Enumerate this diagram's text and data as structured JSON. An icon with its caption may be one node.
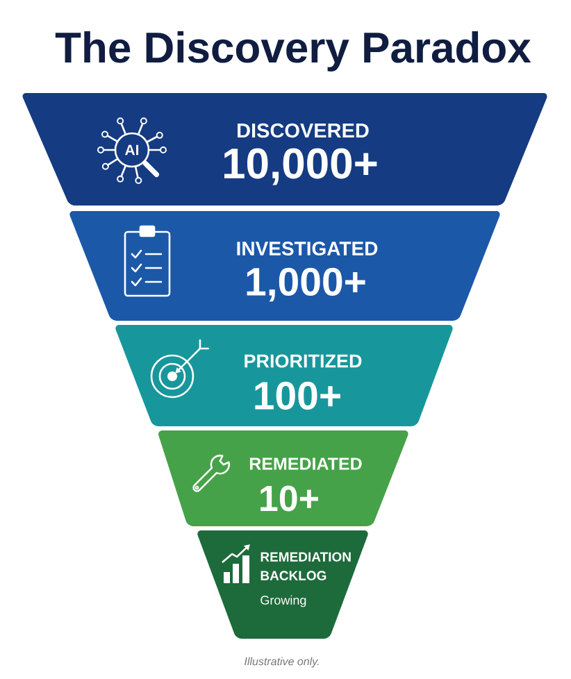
{
  "diagram": {
    "title": "The Discovery Paradox",
    "nodes": [
      {
        "text": [
          "AI",
          "DISCOVERED",
          "10,000+"
        ]
      },
      {
        "text": [
          "INVESTIGATED",
          "1,000+"
        ]
      },
      {
        "text": [
          "PRIORITIZED",
          "100+"
        ]
      },
      {
        "text": [
          "REMEDIATED",
          "10+"
        ]
      },
      {
        "text": [
          "REMEDIATION BACKLOG",
          "Growing"
        ]
      }
    ],
    "caption": "Illustrative only."
  }
}
